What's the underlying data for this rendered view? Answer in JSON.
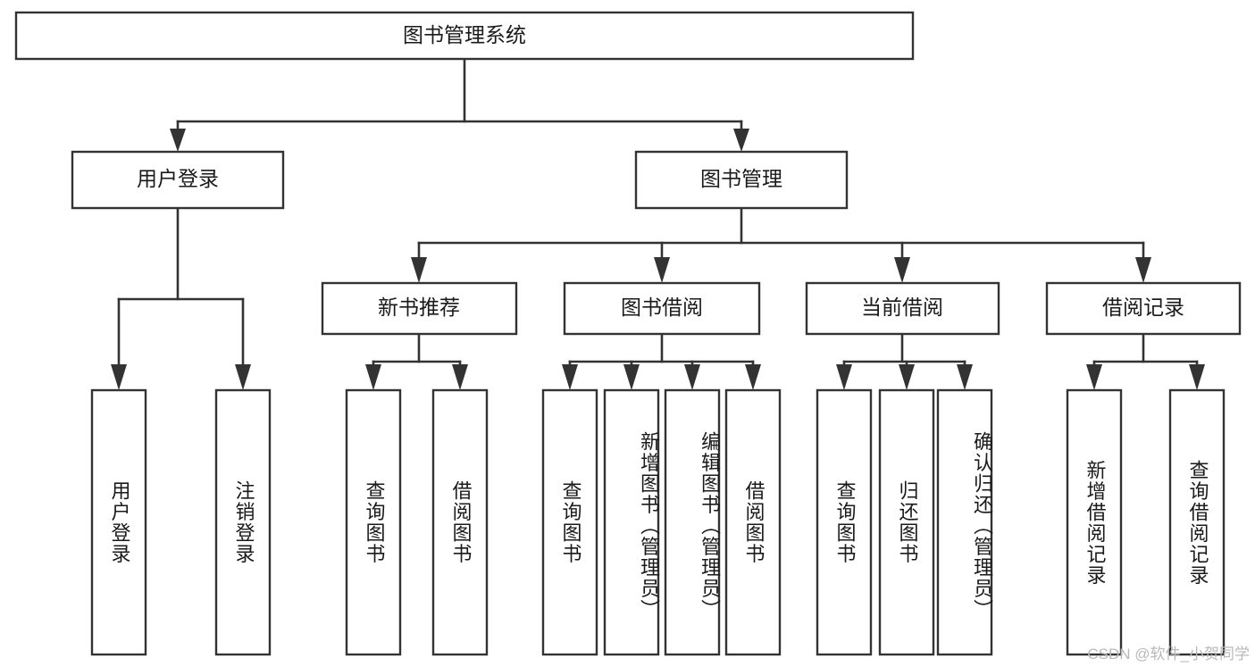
{
  "diagram": {
    "title": "图书管理系统",
    "type": "tree-hierarchy-diagram",
    "colors": {
      "stroke": "#333333",
      "box_fill": "#ffffff",
      "text": "#1a1a1a",
      "watermark": "#b9b9b9",
      "background": "#ffffff"
    },
    "root": {
      "label": "图书管理系统"
    },
    "level2": [
      {
        "label": "用户登录"
      },
      {
        "label": "图书管理"
      }
    ],
    "level3": [
      {
        "label": "新书推荐"
      },
      {
        "label": "图书借阅"
      },
      {
        "label": "当前借阅"
      },
      {
        "label": "借阅记录"
      }
    ],
    "leaves": {
      "user_login": [
        {
          "label": "用户登录"
        },
        {
          "label": "注销登录"
        }
      ],
      "new_book_recommend": [
        {
          "label": "查询图书"
        },
        {
          "label": "借阅图书"
        }
      ],
      "book_borrow": [
        {
          "label": "查询图书"
        },
        {
          "label": "新增图书（管理员）"
        },
        {
          "label": "编辑图书（管理员）"
        },
        {
          "label": "借阅图书"
        }
      ],
      "current_borrow": [
        {
          "label": "查询图书"
        },
        {
          "label": "归还图书"
        },
        {
          "label": "确认归还（管理员）"
        }
      ],
      "borrow_record": [
        {
          "label": "新增借阅记录"
        },
        {
          "label": "查询借阅记录"
        }
      ]
    },
    "watermark": "CSDN @软件_小贺同学"
  }
}
